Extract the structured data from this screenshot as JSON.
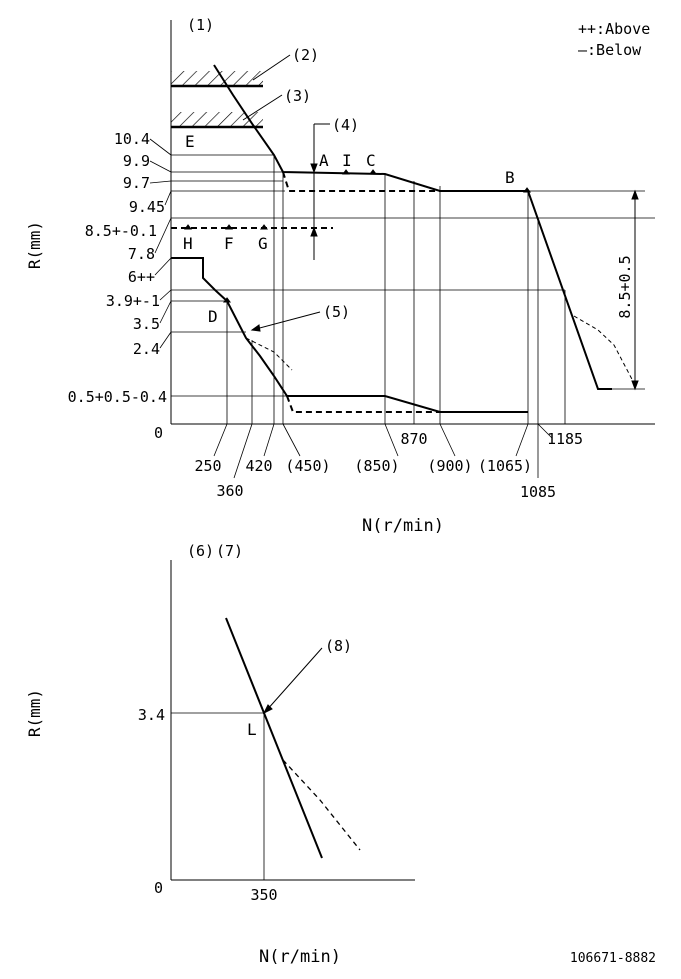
{
  "legend": {
    "above": "++:Above",
    "below": "—:Below"
  },
  "top_chart": {
    "refs": {
      "r1": "(1)",
      "r2": "(2)",
      "r3": "(3)",
      "r4": "(4)",
      "r5": "(5)"
    },
    "y_axis_label": "R(mm)",
    "x_axis_label": "N(r/min)",
    "y_ticks": [
      "10.4",
      "9.9",
      "9.7",
      "9.45",
      "8.5+-0.1",
      "7.8",
      "6++",
      "3.9+-1",
      "3.5",
      "2.4",
      "0.5+0.5-0.4",
      "0"
    ],
    "x_ticks": [
      "250",
      "360",
      "420",
      "(450)",
      "(850)",
      "870",
      "(900)",
      "(1065)",
      "1085",
      "1185"
    ],
    "points": [
      "E",
      "A",
      "I",
      "C",
      "B",
      "H",
      "F",
      "G",
      "D"
    ],
    "dimension_label": "8.5+0.5"
  },
  "bottom_chart": {
    "refs": {
      "r6": "(6)",
      "r7": "(7)",
      "r8": "(8)"
    },
    "y_axis_label": "R(mm)",
    "x_axis_label": "N(r/min)",
    "y_tick": "3.4",
    "zero": "0",
    "x_tick": "350",
    "point": "L"
  },
  "footer_code": "106671-8882"
}
